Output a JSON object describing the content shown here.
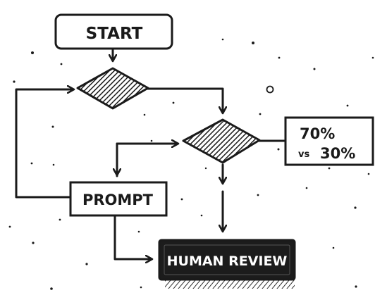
{
  "diagram": {
    "nodes": {
      "start": "START",
      "prompt": "PROMPT",
      "human_review": "HUMAN REVIEW"
    },
    "split_note": {
      "top": "70%",
      "vs": "vs",
      "bottom": "30%"
    }
  },
  "colors": {
    "ink": "#1a1a1a",
    "paper": "#ffffff",
    "review_fill": "#1c1c1c"
  }
}
